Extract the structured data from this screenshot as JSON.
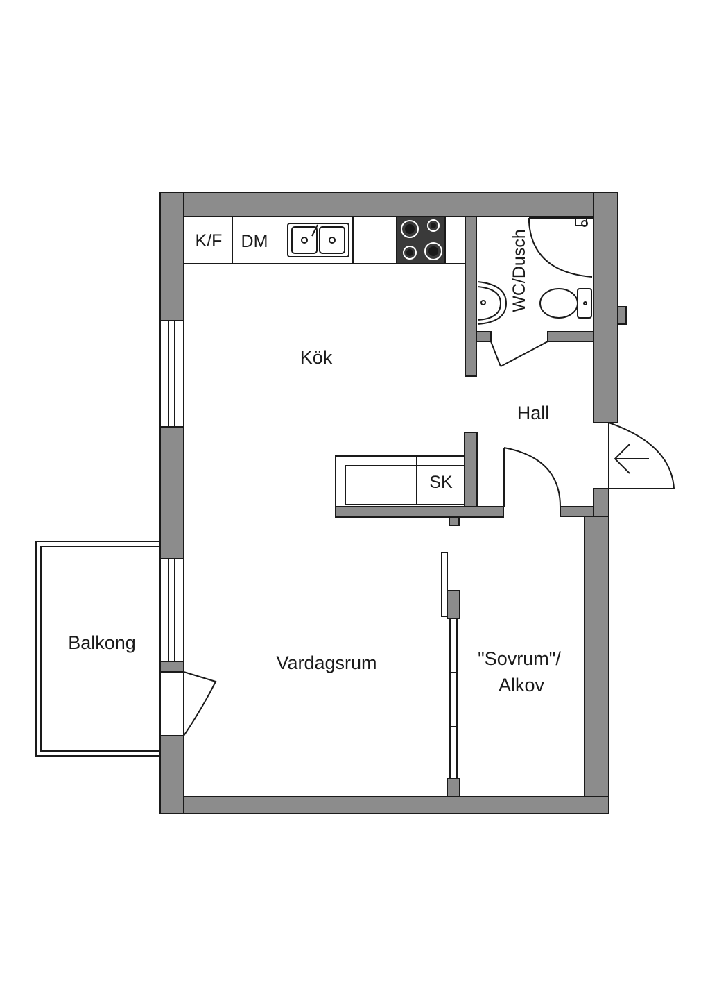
{
  "colors": {
    "wall": "#8c8c8c",
    "line": "#1a1a1a",
    "stove": "#3a3a3a",
    "background": "#ffffff"
  },
  "rooms": {
    "kok": "Kök",
    "hall": "Hall",
    "vardagsrum": "Vardagsrum",
    "balkong": "Balkong",
    "sovrum_line1": "\"Sovrum\"/",
    "sovrum_line2": "Alkov",
    "wc": "WC/Dusch"
  },
  "fixtures": {
    "fridge_freezer": "K/F",
    "dishwasher": "DM",
    "wardrobe": "SK"
  },
  "icons": {
    "entrance": "entrance-arrow-icon",
    "sink": "kitchen-sink-icon",
    "stove": "stove-icon",
    "toilet": "toilet-icon",
    "basin": "wash-basin-icon",
    "shower": "shower-icon"
  }
}
